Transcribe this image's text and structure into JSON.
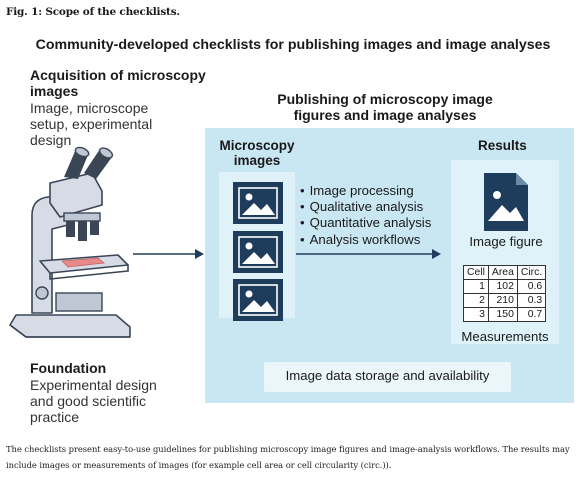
{
  "figure_label": "Fig. 1: Scope of the checklists.",
  "title": "Community-developed checklists for publishing images and image analyses",
  "acquisition": {
    "title": "Acquisition of microscopy images",
    "description": "Image, microscope setup, experimental design"
  },
  "foundation": {
    "title": "Foundation",
    "description": "Experimental design and good scientific practice"
  },
  "publishing": {
    "title": "Publishing of microscopy image figures and image analyses",
    "microscopy_label": "Microscopy images",
    "results_label": "Results",
    "steps": [
      "Image processing",
      "Qualitative analysis",
      "Quantitative analysis",
      "Analysis workflows"
    ],
    "image_figure_label": "Image figure",
    "measurements_label": "Measurements",
    "table": {
      "headers": [
        "Cell",
        "Area",
        "Circ."
      ],
      "rows": [
        [
          "1",
          "102",
          "0.6"
        ],
        [
          "2",
          "210",
          "0.3"
        ],
        [
          "3",
          "150",
          "0.7"
        ]
      ]
    },
    "storage_label": "Image data storage and availability"
  },
  "caption": "The checklists present easy-to-use guidelines for publishing microscopy image figures and image-analysis workflows. The results may include images or measurements of images (for example cell area or cell circularity (circ.)).",
  "colors": {
    "panel": "#c9e6f3",
    "inner_panel": "#dff2fa",
    "thumbnail": "#1e3d5c",
    "arrow": "#1e3d5c",
    "microscope_body": "#d6dbe6",
    "microscope_dark": "#3a4656",
    "sample": "#e98a8a"
  },
  "icons": [
    "microscope-icon",
    "image-thumbnail-icon",
    "image-figure-icon",
    "arrow-right-icon"
  ]
}
